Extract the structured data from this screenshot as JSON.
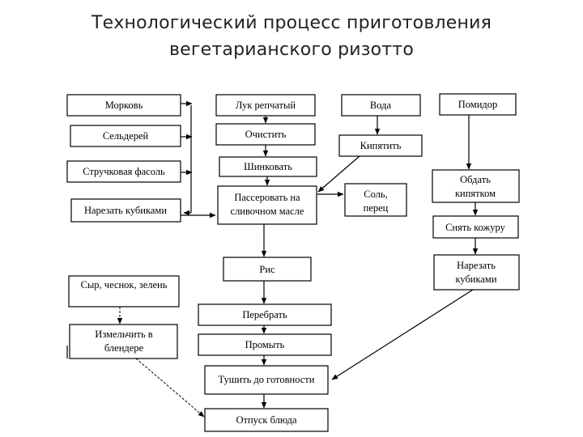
{
  "title": {
    "line1": "Технологический процесс приготовления",
    "line2": "вегетарианского ризотто"
  },
  "nodes": {
    "carrot": "Морковь",
    "onion": "Лук репчатый",
    "water": "Вода",
    "tomato": "Помидор",
    "celery": "Сельдерей",
    "peel": "Очистить",
    "boil": "Кипятить",
    "beans": "Стручковая фасоль",
    "shred": "Шинковать",
    "scald_1": "Обдать",
    "scald_2": "кипятком",
    "dice": "Нарезать кубиками",
    "saute_1": "Пассеровать на",
    "saute_2": "сливочном масле",
    "salt_1": "Соль,",
    "salt_2": "перец",
    "skin": "Снять кожуру",
    "rice": "Рис",
    "tomato_dice_1": "Нарезать",
    "tomato_dice_2": "кубиками",
    "cheese": "Сыр, чеснок, зелень",
    "sort": "Перебрать",
    "grind_1": "Измельчить в",
    "grind_2": "блендере",
    "wash": "Промыть",
    "stew": "Тушить до готовности",
    "serve": "Отпуск блюда"
  }
}
